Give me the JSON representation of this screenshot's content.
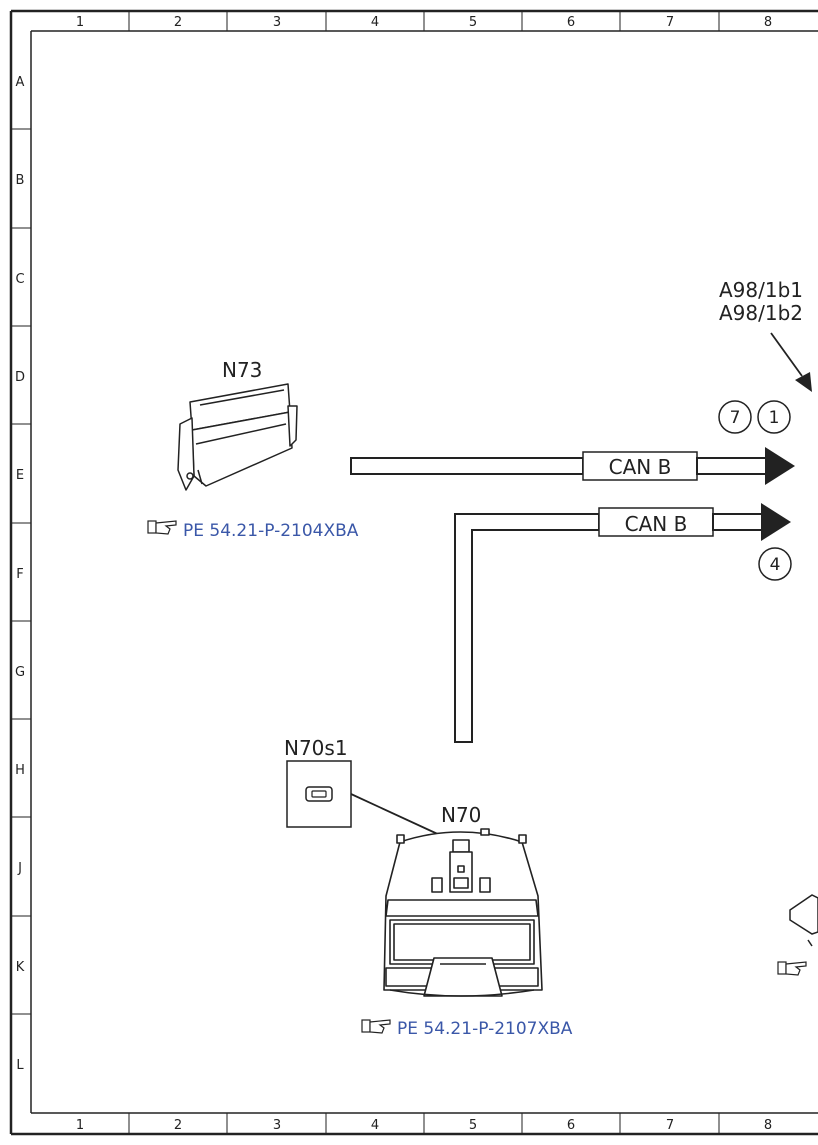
{
  "border": {
    "columns": [
      "1",
      "2",
      "3",
      "4",
      "5",
      "6",
      "7",
      "8"
    ],
    "rows": [
      "A",
      "B",
      "C",
      "D",
      "E",
      "F",
      "G",
      "H",
      "J",
      "K",
      "L"
    ]
  },
  "components": {
    "n73": "N73",
    "n70s1": "N70s1",
    "n70": "N70",
    "a98_1": "A98/1b1",
    "a98_2": "A98/1b2"
  },
  "connections": {
    "can_upper": "CAN B",
    "can_lower": "CAN B"
  },
  "markers": {
    "upper_left": "7",
    "upper_right": "1",
    "lower": "4"
  },
  "references": {
    "n73_ref": "PE 54.21-P-2104XBA",
    "n70_ref": "PE 54.21-P-2107XBA"
  },
  "colors": {
    "line": "#222222",
    "link": "#3a57a8"
  }
}
